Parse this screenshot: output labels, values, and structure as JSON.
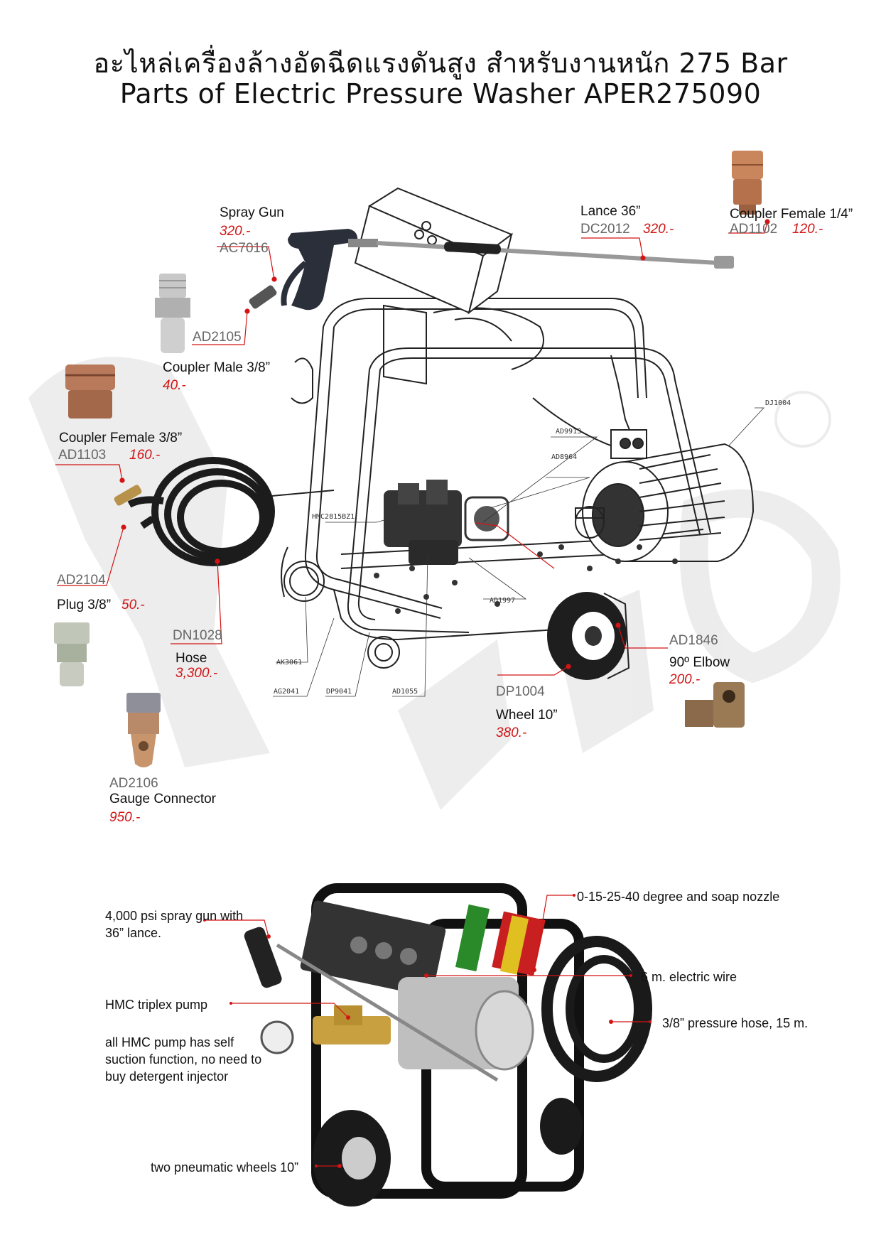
{
  "title": {
    "thai": "อะไหล่เครื่องล้างอัดฉีดแรงดันสูง สำหรับงานหนัก 275 Bar",
    "english": "Parts of Electric Pressure Washer APER275090"
  },
  "parts": {
    "spray_gun": {
      "name": "Spray Gun",
      "price": "320.-",
      "code": "AC7016"
    },
    "lance": {
      "name": "Lance 36”",
      "code": "DC2012",
      "price": "320.-"
    },
    "coupler_female_14": {
      "name": "Coupler Female 1/4”",
      "code": "AD1102",
      "price": "120.-"
    },
    "coupler_male_38": {
      "code": "AD2105",
      "name": "Coupler Male 3/8”",
      "price": "40.-"
    },
    "coupler_female_38": {
      "name": "Coupler Female 3/8”",
      "code": "AD1103",
      "price": "160.-"
    },
    "plug_38": {
      "code": "AD2104",
      "name": "Plug 3/8”",
      "price": "50.-"
    },
    "hose": {
      "code": "DN1028",
      "name": "Hose",
      "price": "3,300.-"
    },
    "gauge_connector": {
      "code": "AD2106",
      "name": "Gauge Connector",
      "price": "950.-"
    },
    "elbow": {
      "code": "AD1846",
      "name": "90º Elbow",
      "price": "200.-"
    },
    "wheel": {
      "code": "DP1004",
      "name": "Wheel 10”",
      "price": "380.-"
    }
  },
  "diagram_codes": {
    "dj1004": "DJ1004",
    "ad9913": "AD9913",
    "ad8964": "AD8964",
    "hmc": "HMC2815BZ1",
    "ad1997": "AD1997",
    "ak3061": "AK3061",
    "ag2041": "AG2041",
    "dp9041": "DP9041",
    "ad1055": "AD1055"
  },
  "features": {
    "spray_gun": "4,000 psi spray gun with 36” lance.",
    "nozzle": "0-15-25-40 degree and soap nozzle",
    "wire": "6 m. electric wire",
    "pump": "HMC triplex pump",
    "hose": "3/8” pressure hose, 15 m.",
    "suction": "all HMC pump has self suction function, no need to buy detergent injector",
    "wheels": "two pneumatic wheels 10”"
  },
  "colors": {
    "price": "#d21414",
    "code": "#666666",
    "leader": "#d21414"
  }
}
